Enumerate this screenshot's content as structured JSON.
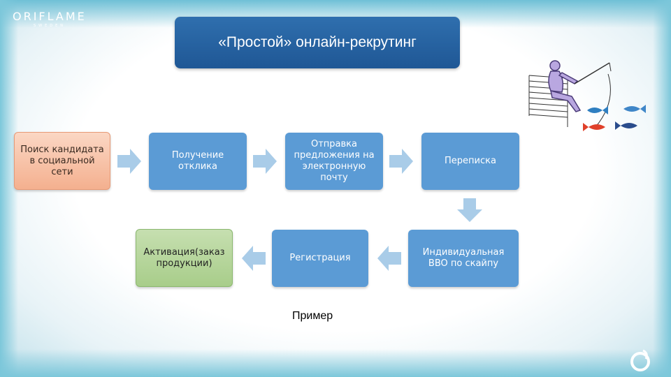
{
  "brand": {
    "name": "ORIFLAME",
    "sub": "SWEDEN"
  },
  "title": "«Простой» онлайн-рекрутинг",
  "steps": {
    "search": "Поиск кандидата в социальной сети",
    "response": "Получение отклика",
    "email": "Отправка предложения на электронную почту",
    "chat": "Переписка",
    "skype": "Индивидуальная BBO по скайпу",
    "registration": "Регистрация",
    "activation": "Активация(заказ продукции)"
  },
  "caption": "Пример",
  "colors": {
    "title_bg": "#2f6fae",
    "step_blue": "#5b9bd5",
    "step_orange": "#f4b08f",
    "step_green": "#a8cd8a",
    "arrow": "#a9cce8"
  },
  "illustration": "person-fishing-with-fish-icon"
}
